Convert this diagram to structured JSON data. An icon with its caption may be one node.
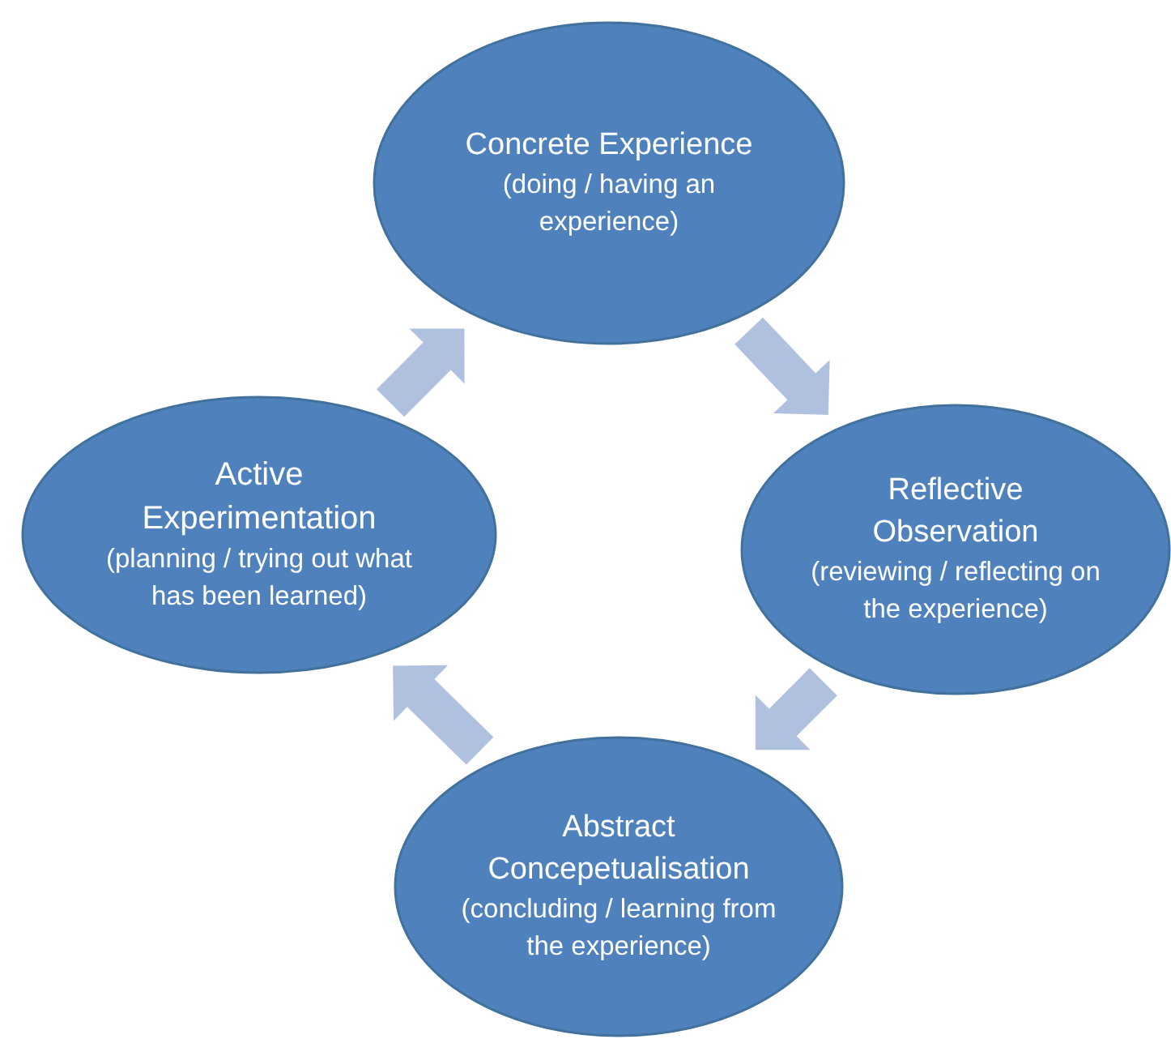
{
  "diagram": {
    "nodes": [
      {
        "text": [
          "Concrete Experience",
          "(doing / having an experience)"
        ]
      },
      {
        "text": [
          "Reflective Observation",
          "(reviewing / reflecting on the experience)"
        ]
      },
      {
        "text": [
          "Abstract Concepetualisation",
          "(concluding / learning from the experience)"
        ]
      },
      {
        "text": [
          "Active Experimentation",
          "(planning / trying out what has been learned)"
        ]
      }
    ],
    "edges": [
      {
        "from": 0,
        "to": 1,
        "arrow": "to"
      },
      {
        "from": 1,
        "to": 2,
        "arrow": "to"
      },
      {
        "from": 2,
        "to": 3,
        "arrow": "to"
      },
      {
        "from": 3,
        "to": 0,
        "arrow": "to"
      }
    ]
  }
}
